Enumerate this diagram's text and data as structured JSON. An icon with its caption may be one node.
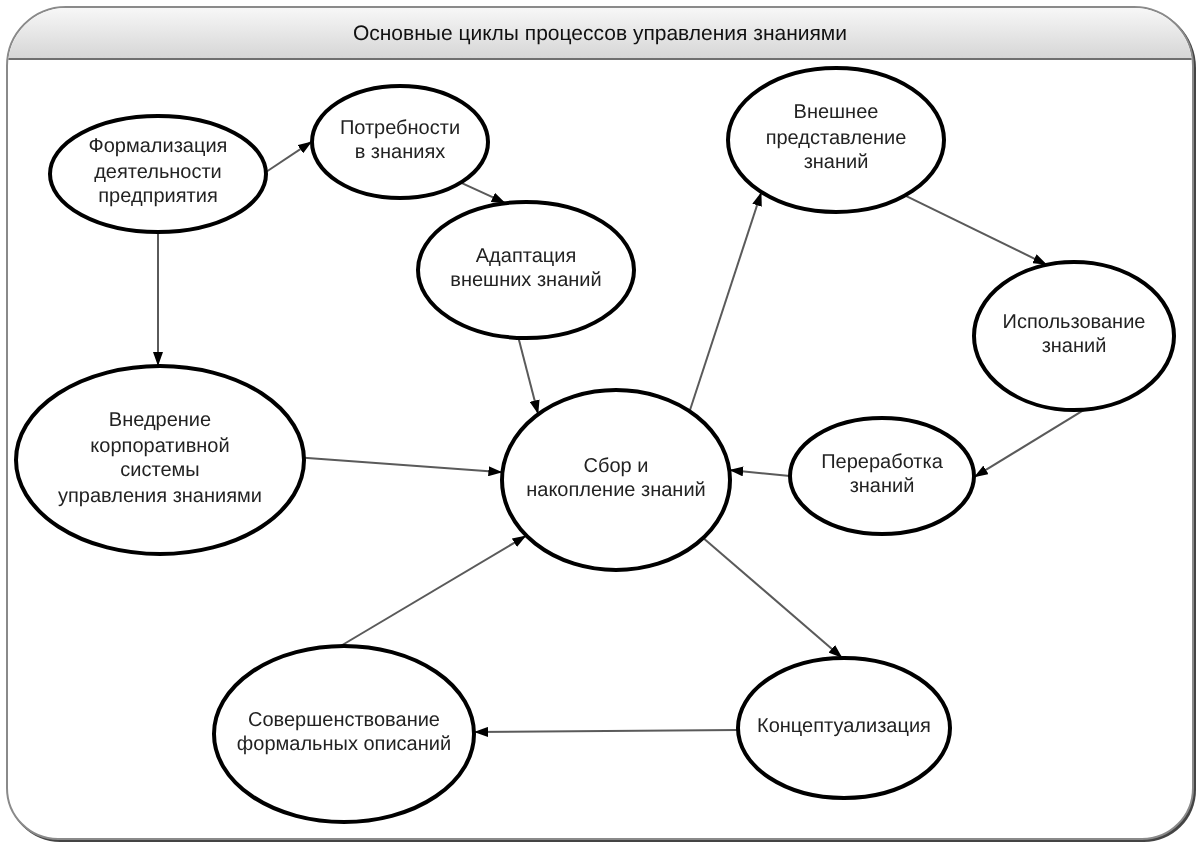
{
  "diagram": {
    "title": "Основные циклы процессов управления знаниями",
    "nodes": [
      {
        "text": [
          "Формализация деятельности предприятия"
        ]
      },
      {
        "text": [
          "Потребности в знаниях"
        ]
      },
      {
        "text": [
          "Внешнее представление знаний"
        ]
      },
      {
        "text": [
          "Адаптация внешних знаний"
        ]
      },
      {
        "text": [
          "Использование знаний"
        ]
      },
      {
        "text": [
          "Внедрение корпоративной системы управления знаниями"
        ]
      },
      {
        "text": [
          "Сбор и накопление знаний"
        ]
      },
      {
        "text": [
          "Переработка знаний"
        ]
      },
      {
        "text": [
          "Совершенствование формальных описаний"
        ]
      },
      {
        "text": [
          "Концептуализация"
        ]
      }
    ],
    "edges": [
      {
        "from": 0,
        "to": 1,
        "arrow": "to"
      },
      {
        "from": 0,
        "to": 5,
        "arrow": "to"
      },
      {
        "from": 1,
        "to": 3,
        "arrow": "to"
      },
      {
        "from": 3,
        "to": 6,
        "arrow": "to"
      },
      {
        "from": 5,
        "to": 6,
        "arrow": "to"
      },
      {
        "from": 6,
        "to": 2,
        "arrow": "to"
      },
      {
        "from": 2,
        "to": 4,
        "arrow": "to"
      },
      {
        "from": 4,
        "to": 7,
        "arrow": "to"
      },
      {
        "from": 7,
        "to": 6,
        "arrow": "to"
      },
      {
        "from": 6,
        "to": 9,
        "arrow": "to"
      },
      {
        "from": 9,
        "to": 8,
        "arrow": "to"
      },
      {
        "from": 8,
        "to": 6,
        "arrow": "to"
      }
    ]
  }
}
